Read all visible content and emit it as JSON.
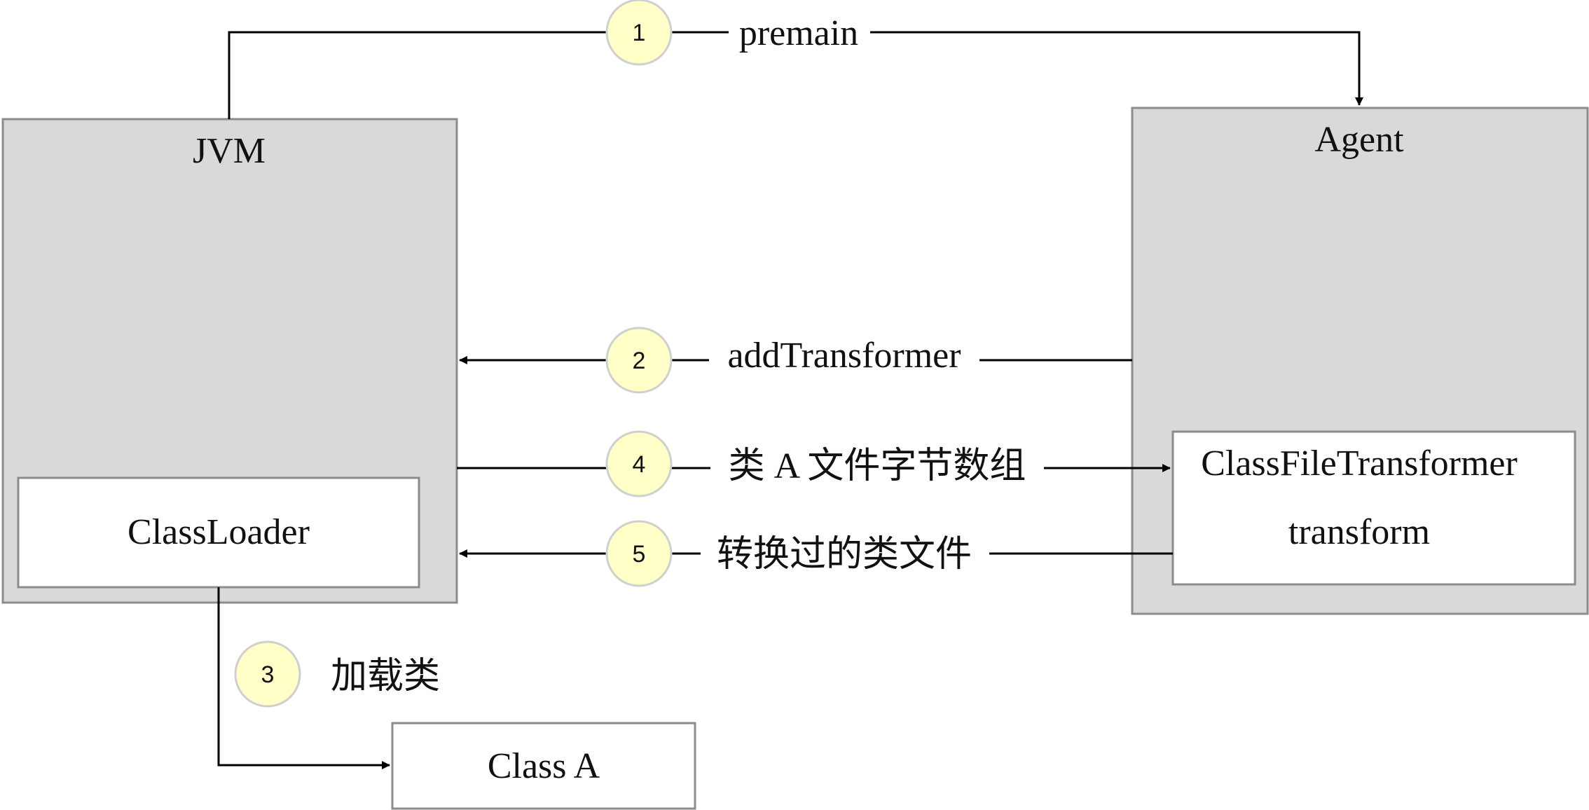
{
  "diagram": {
    "nodes": {
      "jvm": "JVM",
      "agent": "Agent",
      "classloader": "ClassLoader",
      "transformer_title": "ClassFileTransformer",
      "transformer_method": "transform",
      "class_a": "Class A"
    },
    "edges": [
      {
        "step": "1",
        "label": "premain"
      },
      {
        "step": "2",
        "label": "addTransformer"
      },
      {
        "step": "3",
        "label": "加载类"
      },
      {
        "step": "4",
        "label": "类 A 文件字节数组"
      },
      {
        "step": "5",
        "label": "转换过的类文件"
      }
    ],
    "colors": {
      "container_fill": "#d9d9d9",
      "container_stroke": "#8c8c8c",
      "step_badge_fill": "#ffffc8",
      "step_badge_stroke": "#cfcfcf",
      "line": "#000000"
    }
  }
}
